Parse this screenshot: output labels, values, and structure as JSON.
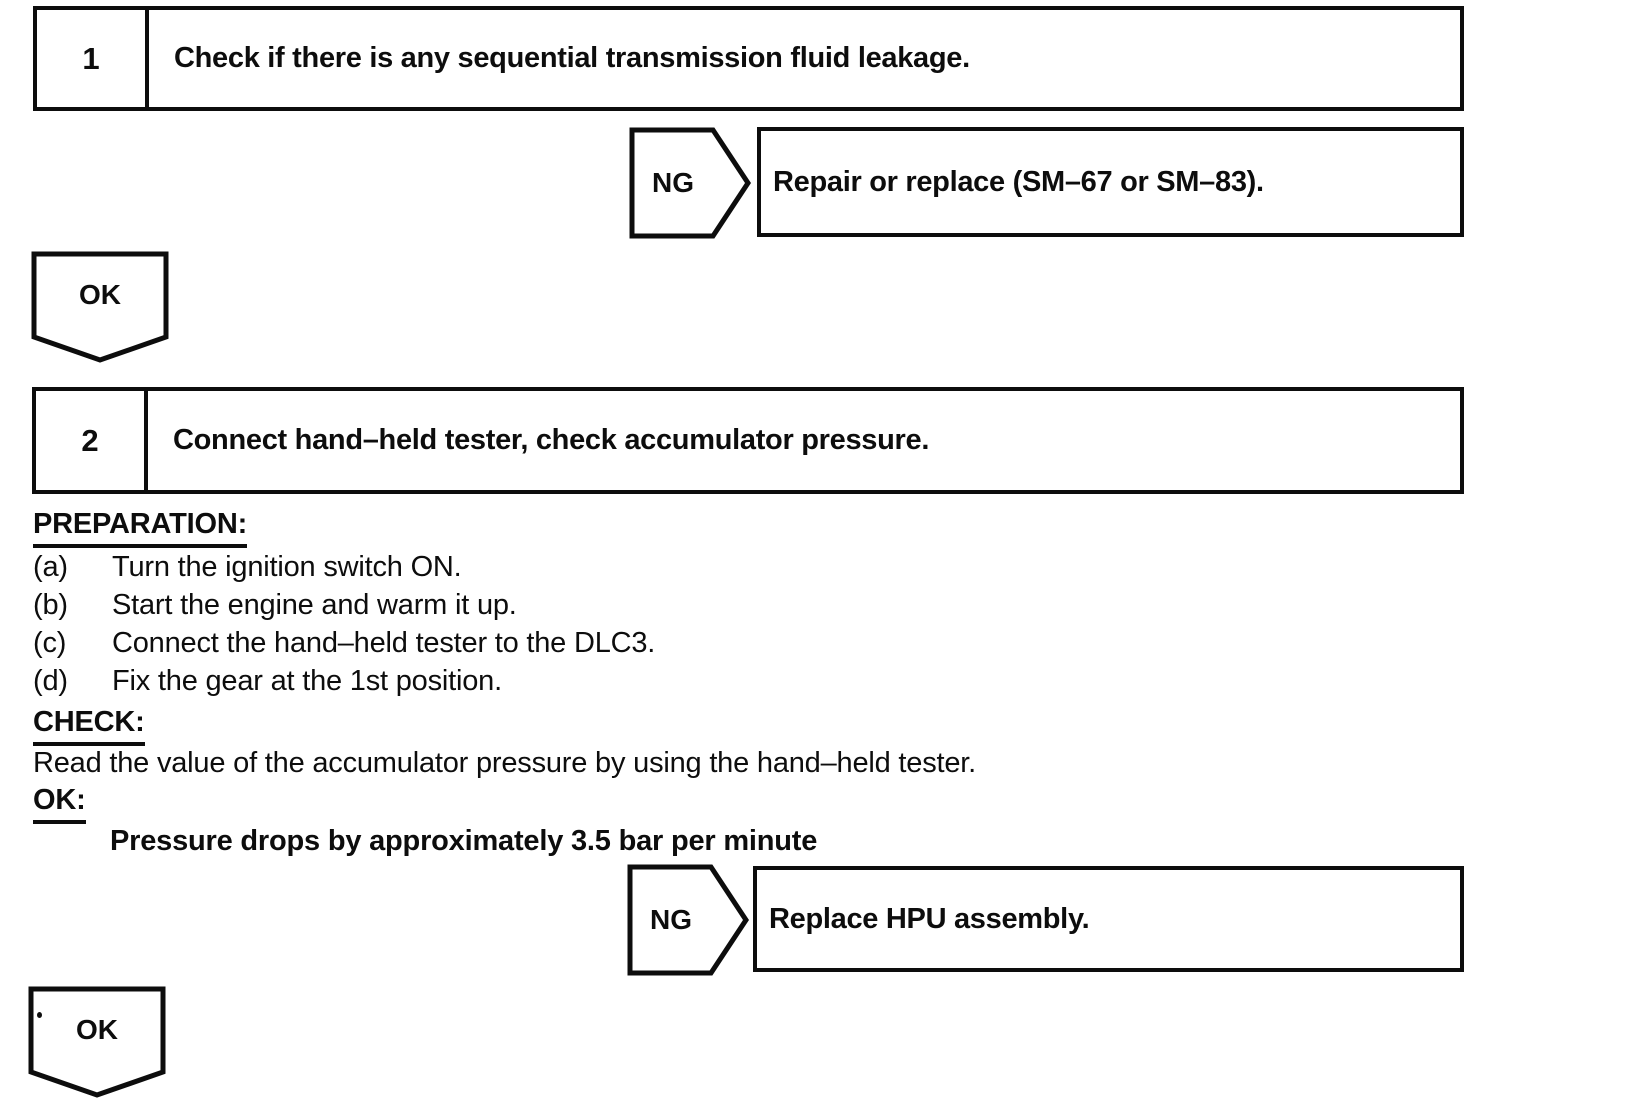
{
  "colors": {
    "ink": "#0d0d0d",
    "paper": "#ffffff"
  },
  "flow": {
    "steps": [
      {
        "number": "1",
        "title": "Check if there is any sequential transmission fluid leakage.",
        "ng_label": "NG",
        "ng_action": "Repair or replace (SM–67 or SM–83).",
        "ok_label": "OK"
      },
      {
        "number": "2",
        "title": "Connect hand–held tester, check accumulator pressure.",
        "ng_label": "NG",
        "ng_action": "Replace HPU assembly.",
        "ok_label": "OK"
      }
    ],
    "details": {
      "preparation_heading": "PREPARATION:",
      "preparation_steps": [
        {
          "label": "(a)",
          "text": "Turn the ignition switch ON."
        },
        {
          "label": "(b)",
          "text": "Start the engine and warm it up."
        },
        {
          "label": "(c)",
          "text": "Connect the hand–held tester to the DLC3."
        },
        {
          "label": "(d)",
          "text": "Fix the gear at the 1st position."
        }
      ],
      "check_heading": "CHECK:",
      "check_text": "Read the value of the accumulator pressure by using the hand–held tester.",
      "ok_heading": "OK:",
      "ok_criterion": "Pressure drops by approximately 3.5 bar per minute"
    }
  }
}
